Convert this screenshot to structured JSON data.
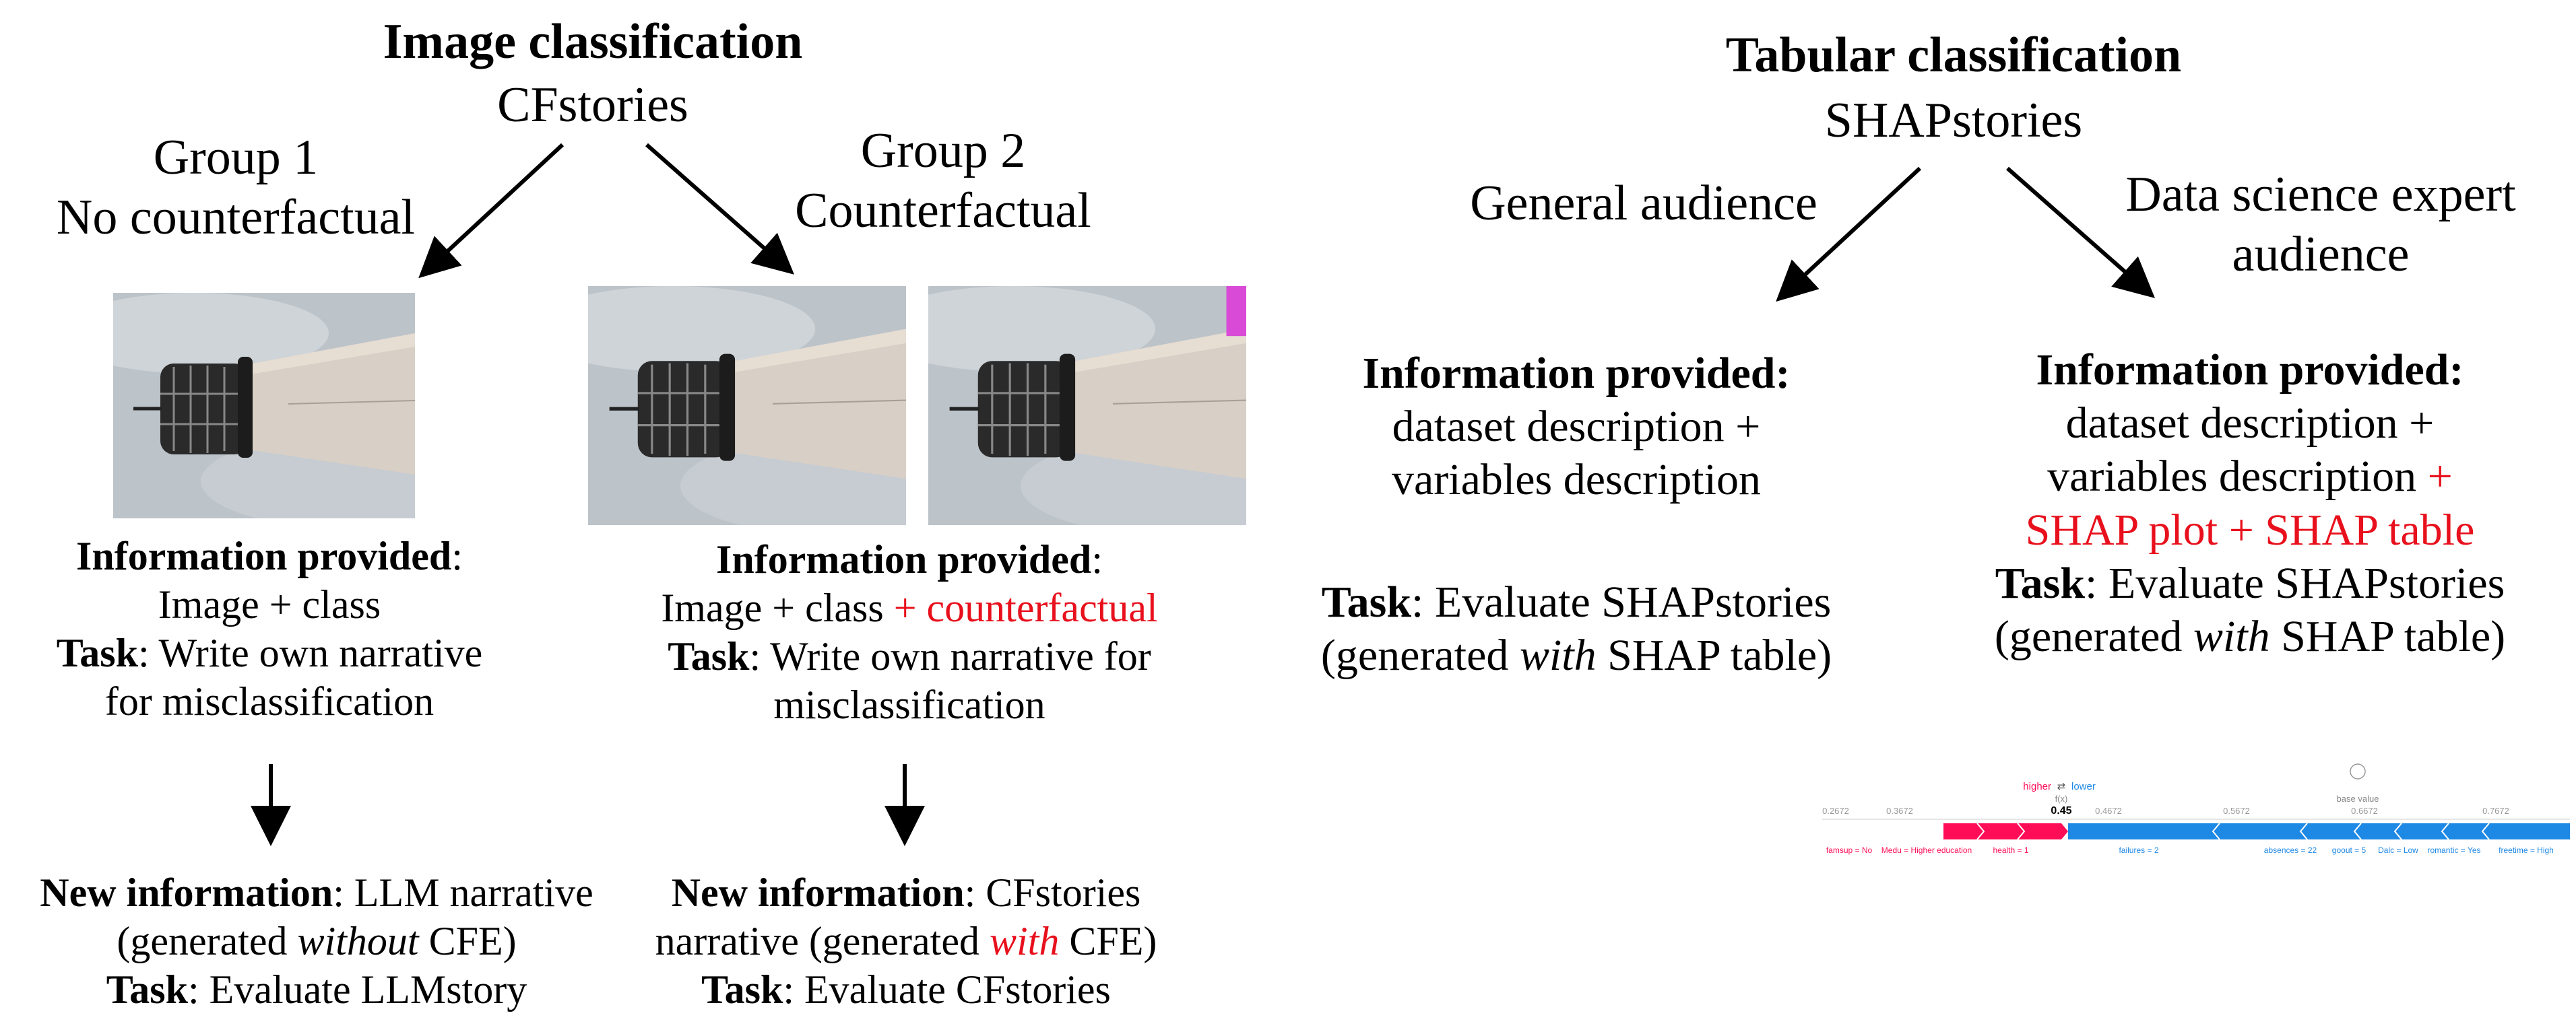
{
  "image_section": {
    "title": "Image classification",
    "subtitle": "CFstories",
    "group1": {
      "label_line1": "Group 1",
      "label_line2": "No counterfactual",
      "info_label": "Information provided",
      "info_colon": ":",
      "info_text": "Image + class",
      "task_label": "Task",
      "task_text_line1": ": Write own narrative",
      "task_text_line2": "for misclassification",
      "new_info_label": "New information",
      "new_info_text": ": LLM narrative",
      "new_info_line2_pre": "(generated ",
      "new_info_line2_em": "without",
      "new_info_line2_post": " CFE)",
      "task2_label": "Task",
      "task2_text": ": Evaluate LLMstory"
    },
    "group2": {
      "label_line1": "Group 2",
      "label_line2": "Counterfactual",
      "info_label": "Information provided",
      "info_colon": ":",
      "info_text": "Image + class ",
      "info_red": "+ counterfactual",
      "task_label": "Task",
      "task_text_line1": ": Write own narrative for",
      "task_text_line2": "misclassification",
      "new_info_label": "New information",
      "new_info_text": ": CFstories",
      "new_info_line2_pre": "narrative (generated ",
      "new_info_line2_em": "with",
      "new_info_line2_post": " CFE)",
      "task2_label": "Task",
      "task2_text": ": Evaluate CFstories"
    }
  },
  "tabular_section": {
    "title": "Tabular classification",
    "subtitle": "SHAPstories",
    "general": {
      "label": "General audience",
      "info_label": "Information provided:",
      "info_line1": "dataset description +",
      "info_line2": "variables description",
      "task_label": "Task",
      "task_text": ": Evaluate SHAPstories",
      "task_line2_pre": "(generated ",
      "task_line2_em": "with",
      "task_line2_post": " SHAP table)"
    },
    "expert": {
      "label_line1": "Data science expert",
      "label_line2": "audience",
      "info_label": "Information provided:",
      "info_line1": "dataset description +",
      "info_line2": "variables description ",
      "info_line2_red": "+",
      "info_line3_red": "SHAP plot + SHAP table",
      "task_label": "Task",
      "task_text": ": Evaluate SHAPstories",
      "task_line2_pre": "(generated ",
      "task_line2_em": "with",
      "task_line2_post": " SHAP table)"
    }
  },
  "shap_plot": {
    "legend_higher": "higher",
    "legend_arrows": "⇄",
    "legend_lower": "lower",
    "fx_label": "f(x)",
    "base_value_label": "base value",
    "fx_value": "0.45",
    "ticks": [
      "0.2672",
      "0.3672",
      "0.4672",
      "0.5672",
      "0.6672",
      "0.7672"
    ],
    "features_left": [
      "famsup = No",
      "Medu = Higher education",
      "health = 1"
    ],
    "features_right": [
      "failures = 2",
      "absences = 22",
      "goout = 5",
      "Dalc = Low",
      "romantic = Yes",
      "freetime = High"
    ],
    "colors": {
      "positive": "#ff0d57",
      "negative": "#1e88e5"
    }
  }
}
